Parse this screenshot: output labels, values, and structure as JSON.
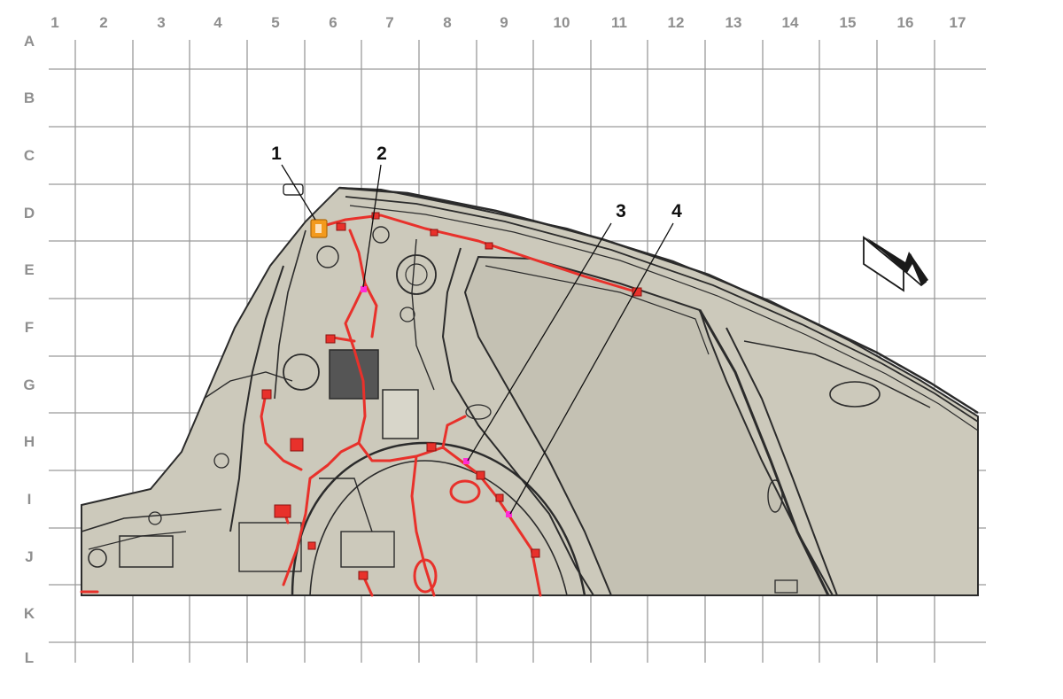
{
  "columns": [
    "1",
    "2",
    "3",
    "4",
    "5",
    "6",
    "7",
    "8",
    "9",
    "10",
    "11",
    "12",
    "13",
    "14",
    "15",
    "16",
    "17"
  ],
  "rows": [
    "A",
    "B",
    "C",
    "D",
    "E",
    "F",
    "G",
    "H",
    "I",
    "J",
    "K",
    "L"
  ],
  "callouts": [
    "1",
    "2",
    "3",
    "4"
  ],
  "colors": {
    "grid": "#9a9a9a",
    "label": "#8f8f8f",
    "body_fill": "#ccc9bb",
    "outline": "#2b2b2b",
    "harness": "#e8312b",
    "connector": "#f39a1e",
    "marker": "#ff2bd6"
  },
  "icons": [
    "direction-arrow-icon"
  ]
}
